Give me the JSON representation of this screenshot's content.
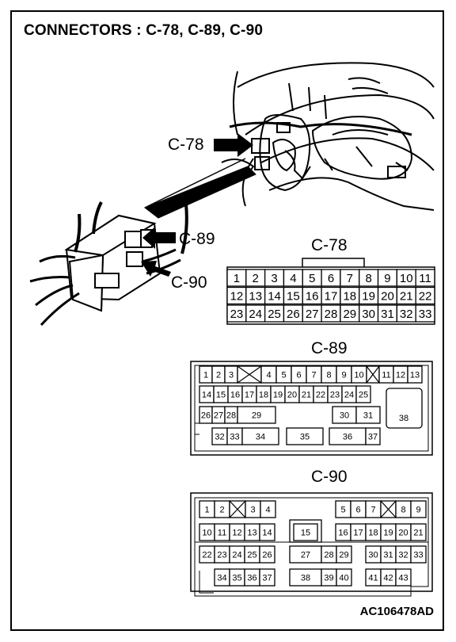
{
  "title": "CONNECTORS : C-78, C-89, C-90",
  "figure_code": "AC106478AD",
  "callouts": {
    "c78": "C-78",
    "c89": "C-89",
    "c90": "C-90"
  },
  "c78": {
    "name": "C-78",
    "rows": [
      [
        "1",
        "2",
        "3",
        "4",
        "5",
        "6",
        "7",
        "8",
        "9",
        "10",
        "11"
      ],
      [
        "12",
        "13",
        "14",
        "15",
        "16",
        "17",
        "18",
        "19",
        "20",
        "21",
        "22"
      ],
      [
        "23",
        "24",
        "25",
        "26",
        "27",
        "28",
        "29",
        "30",
        "31",
        "32",
        "33"
      ]
    ]
  },
  "c89": {
    "name": "C-89",
    "row1a": [
      "1",
      "2",
      "3"
    ],
    "row1b": [
      "4",
      "5",
      "6",
      "7",
      "8",
      "9",
      "10"
    ],
    "row1c": [
      "11",
      "12",
      "13"
    ],
    "row2": [
      "14",
      "15",
      "16",
      "17",
      "18",
      "19",
      "20",
      "21",
      "22",
      "23",
      "24",
      "25"
    ],
    "row3a": [
      "26",
      "27",
      "28"
    ],
    "row3b": "29",
    "row3c": [
      "30",
      "31"
    ],
    "row4a": [
      "32",
      "33"
    ],
    "row4b": [
      "34",
      "35",
      "36",
      "37"
    ],
    "big": "38"
  },
  "c90": {
    "name": "C-90",
    "row1a": [
      "1",
      "2"
    ],
    "row1b": [
      "3",
      "4"
    ],
    "row1c": [
      "5",
      "6",
      "7"
    ],
    "row1d": [
      "8",
      "9"
    ],
    "row2a": [
      "10",
      "11",
      "12",
      "13",
      "14"
    ],
    "row2b": "15",
    "row2c": [
      "16",
      "17",
      "18",
      "19",
      "20",
      "21"
    ],
    "row3a": [
      "22",
      "23",
      "24",
      "25",
      "26"
    ],
    "row3b": [
      "27",
      "28",
      "29"
    ],
    "row3c": [
      "30",
      "31",
      "32",
      "33"
    ],
    "row4a": [
      "34",
      "35",
      "36",
      "37"
    ],
    "row4b": [
      "38",
      "39",
      "40"
    ],
    "row4c": [
      "41",
      "42",
      "43"
    ]
  }
}
